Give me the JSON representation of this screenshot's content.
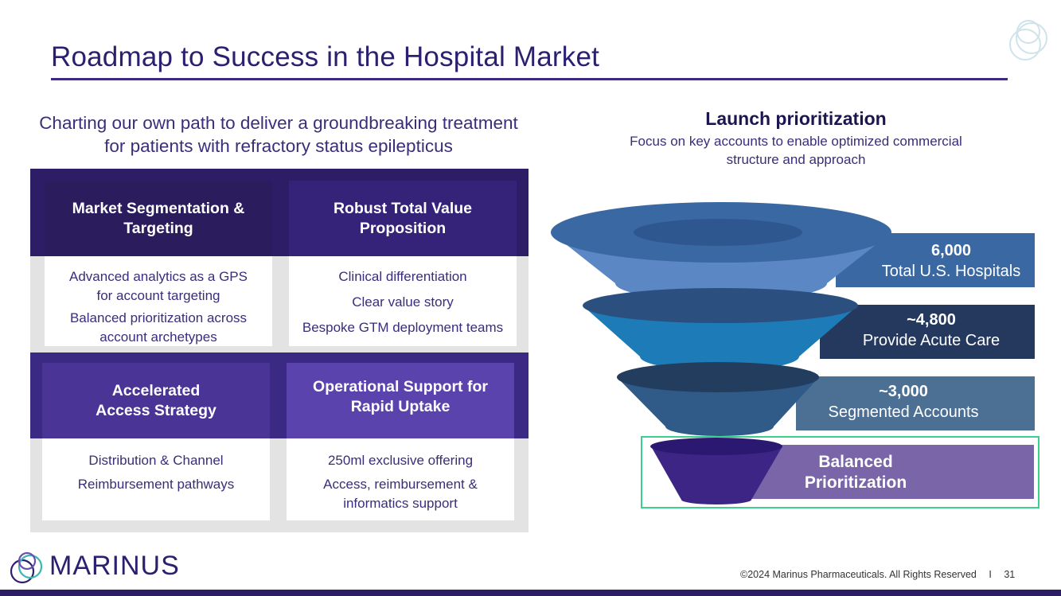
{
  "title": "Roadmap to Success in the Hospital Market",
  "left_subtitle": "Charting our own path to deliver a groundbreaking treatment for patients with refractory status epilepticus",
  "cards": [
    {
      "heading": "Market Segmentation & Targeting",
      "items": [
        "Advanced analytics as a GPS for account targeting",
        "Balanced prioritization across account archetypes"
      ],
      "color": "#2b1c5e"
    },
    {
      "heading": "Robust Total Value Proposition",
      "items": [
        "Clinical differentiation",
        "Clear value story",
        "Bespoke GTM deployment teams"
      ],
      "color": "#35237a"
    },
    {
      "heading": "Accelerated Access Strategy",
      "items": [
        "Distribution & Channel",
        "Reimbursement pathways"
      ],
      "color": "#4a3597"
    },
    {
      "heading": "Operational Support for Rapid Uptake",
      "items": [
        "250ml exclusive offering",
        "Access, reimbursement & informatics support"
      ],
      "color": "#5b43ad"
    }
  ],
  "launch": {
    "title": "Launch prioritization",
    "subtitle": "Focus on key accounts to enable optimized commercial structure and approach"
  },
  "funnel": [
    {
      "value": "6,000",
      "label": "Total U.S. Hospitals",
      "color": "#3a68a3"
    },
    {
      "value": "~4,800",
      "label": "Provide Acute Care",
      "color": "#25395f"
    },
    {
      "value": "~3,000",
      "label": "Segmented Accounts",
      "color": "#4c6f94"
    },
    {
      "value": "",
      "label": "Balanced Prioritization",
      "color": "#7a65a8"
    }
  ],
  "highlight_color": "#3ccf8e",
  "brand": "MARINUS",
  "copyright": "©2024 Marinus Pharmaceuticals. All Rights Reserved",
  "separator": "I",
  "page_number": "31"
}
